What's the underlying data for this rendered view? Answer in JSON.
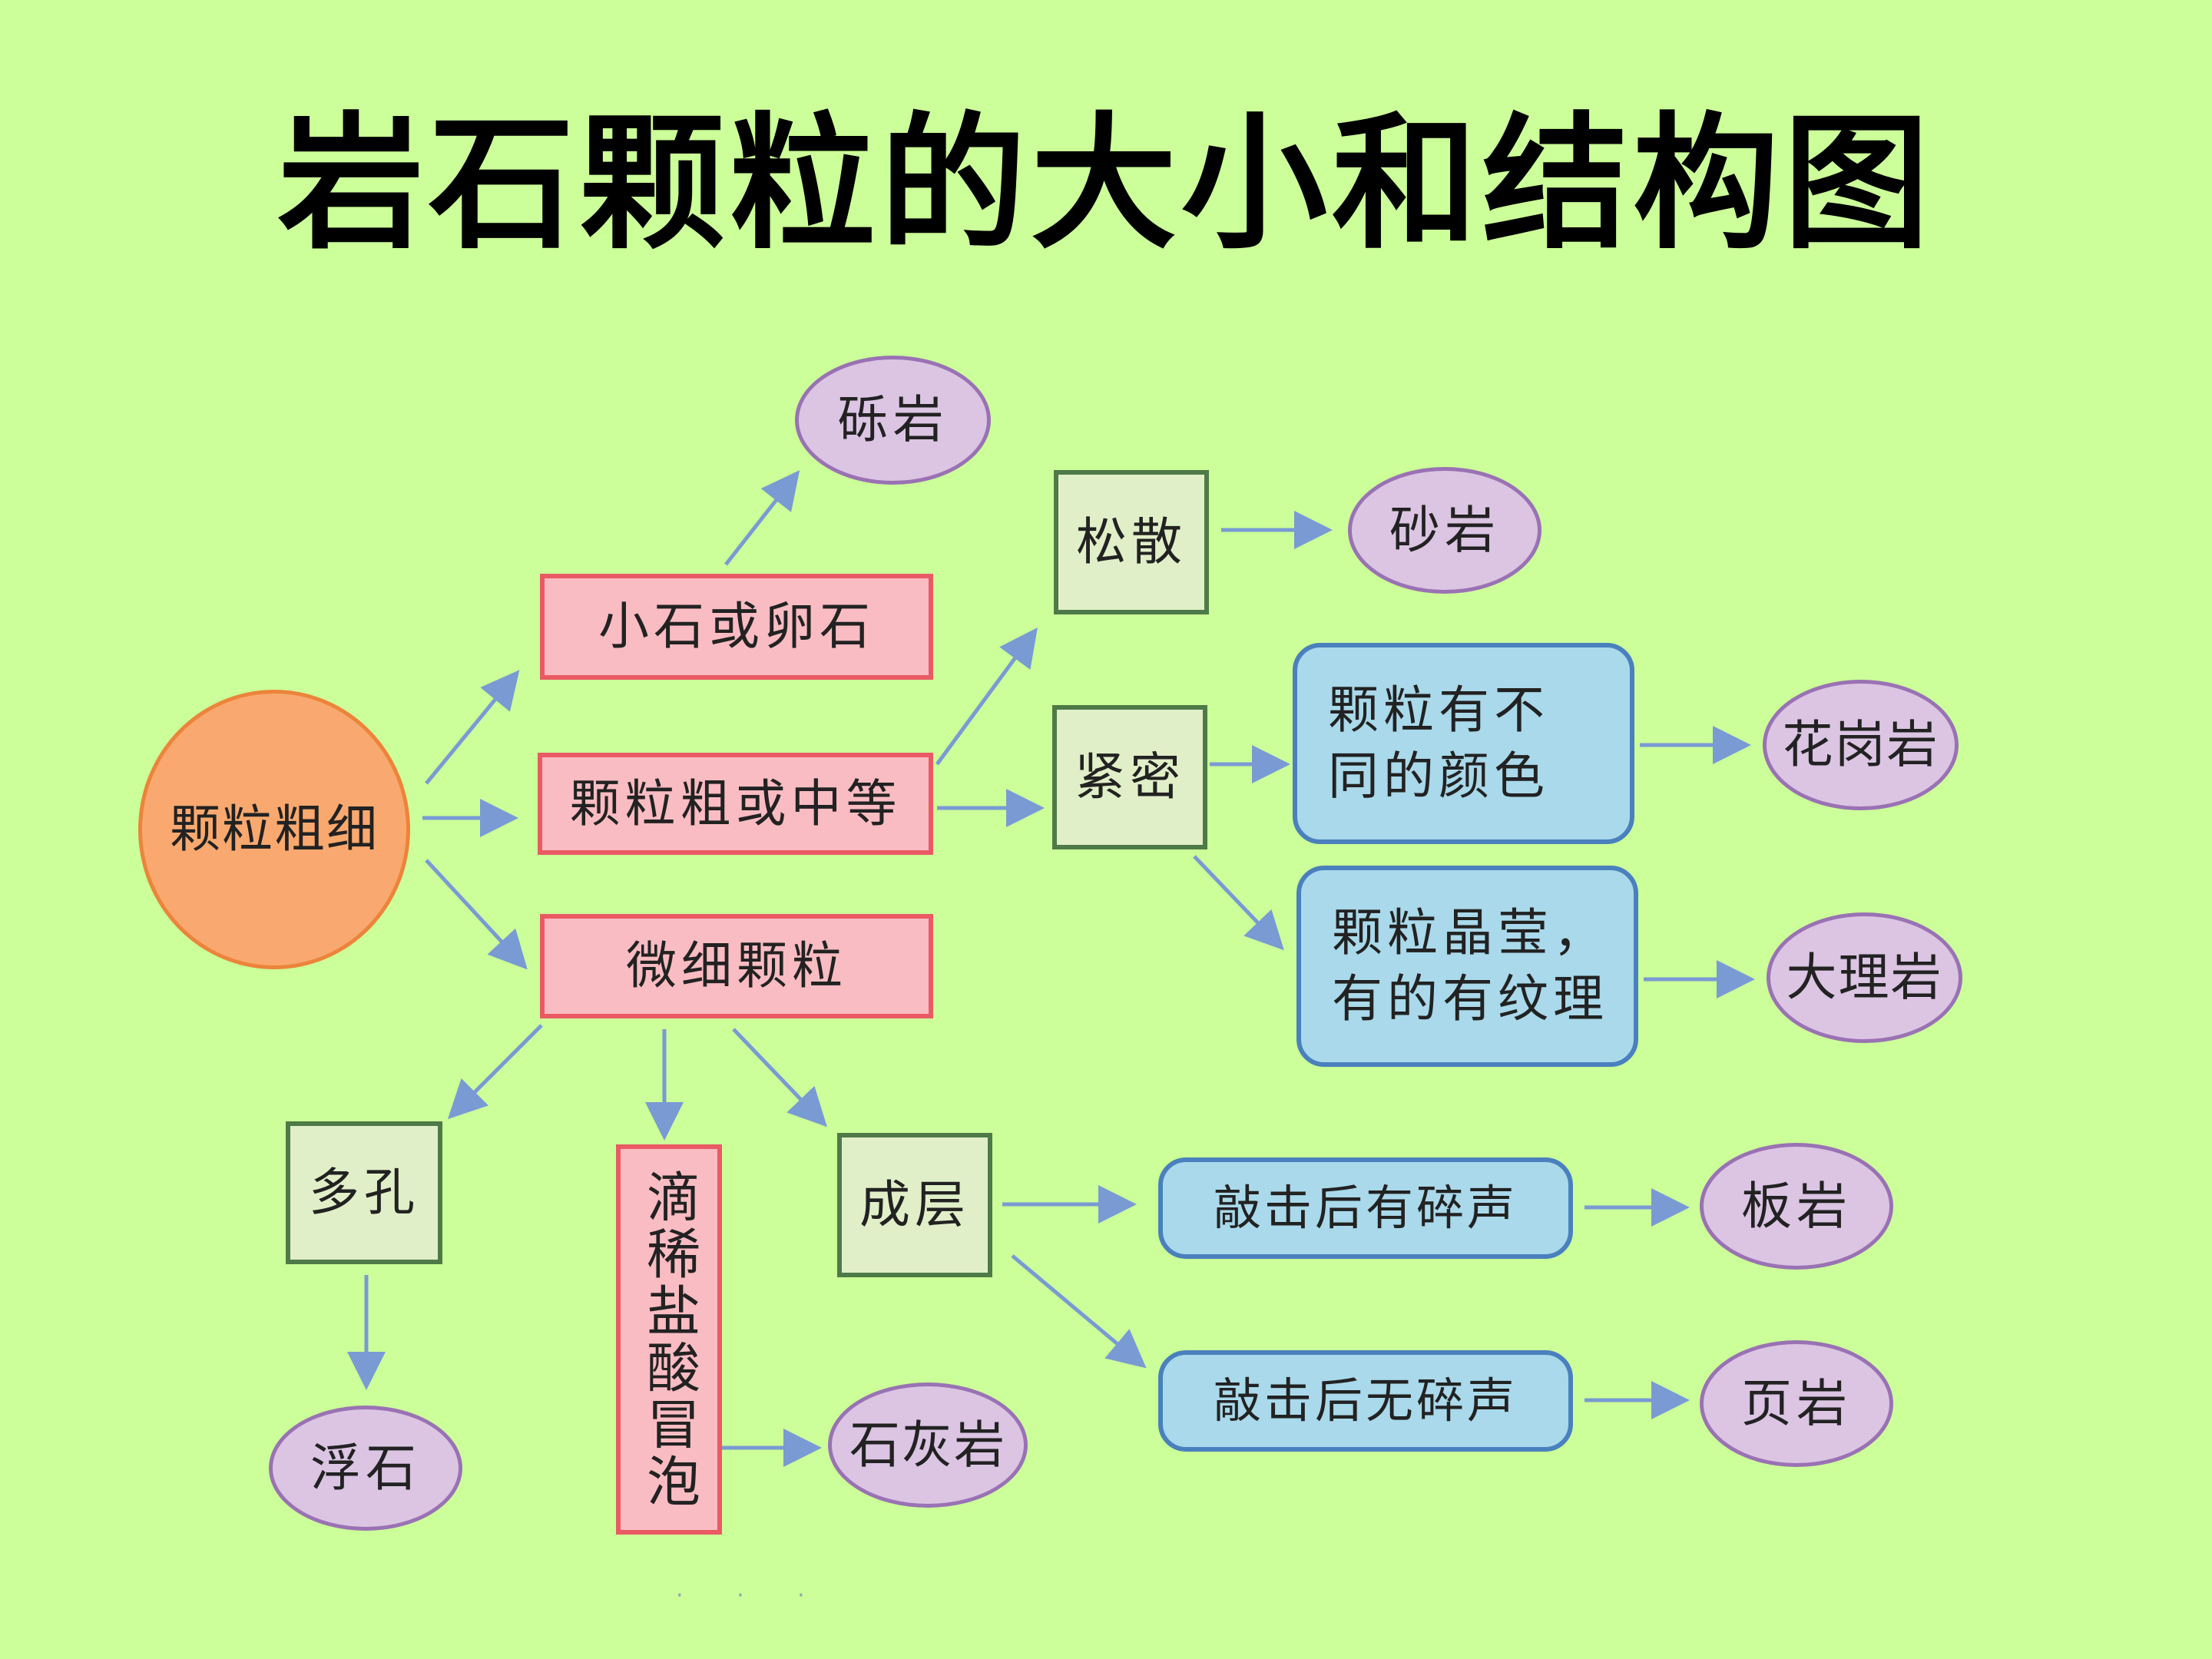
{
  "title": "岩石颗粒的大小和结构图",
  "colors": {
    "background": "#ccff99",
    "arrow": "#7a9ad4",
    "oval_fill": "#dbc5e3",
    "pink_fill": "#f9bcc2",
    "square_fill": "#e1efc8",
    "blue_fill": "#a9d9ea",
    "circle_fill": "#f9a96f"
  },
  "nodes": {
    "root": "颗粒粗细",
    "pebble": "小石或卵石",
    "medium": "颗粒粗或中等",
    "fine": "微细颗粒",
    "loose": "松散",
    "dense": "紧密",
    "porous": "多孔",
    "acid": "滴稀盐酸冒泡",
    "layered": "成层",
    "colors_diff": "颗粒有不同的颜色",
    "crystal": "颗粒晶莹，有的有纹理",
    "crisp_sound": "敲击后有碎声",
    "no_sound": "敲击后无碎声",
    "conglomerate": "砾岩",
    "sandstone": "砂岩",
    "granite": "花岗岩",
    "marble": "大理岩",
    "slate": "板岩",
    "shale": "页岩",
    "pumice": "浮石",
    "limestone": "石灰岩"
  },
  "footer_dots": "· · ·"
}
